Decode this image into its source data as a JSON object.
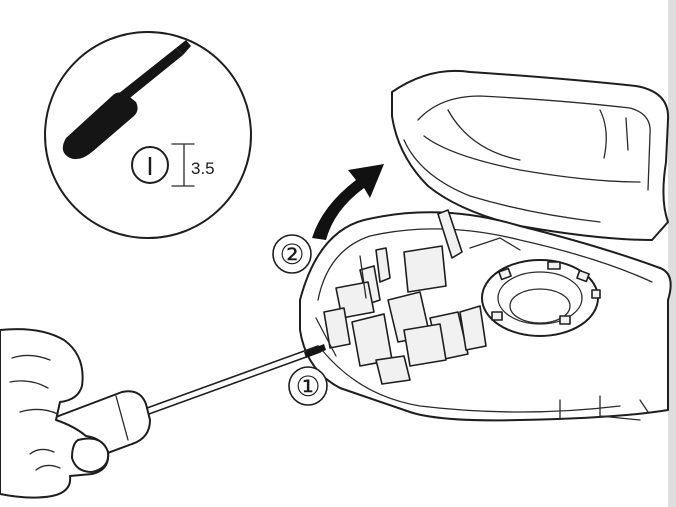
{
  "callout": {
    "slot_symbol": "I",
    "tip_size": "3.5"
  },
  "steps": [
    {
      "marker": "①"
    },
    {
      "marker": "②"
    }
  ],
  "colors": {
    "line": "#1e1e1e",
    "tool_fill": "#151515",
    "arrow_fill": "#111111",
    "background": "#ffffff",
    "edge_bar": "#dedede"
  }
}
